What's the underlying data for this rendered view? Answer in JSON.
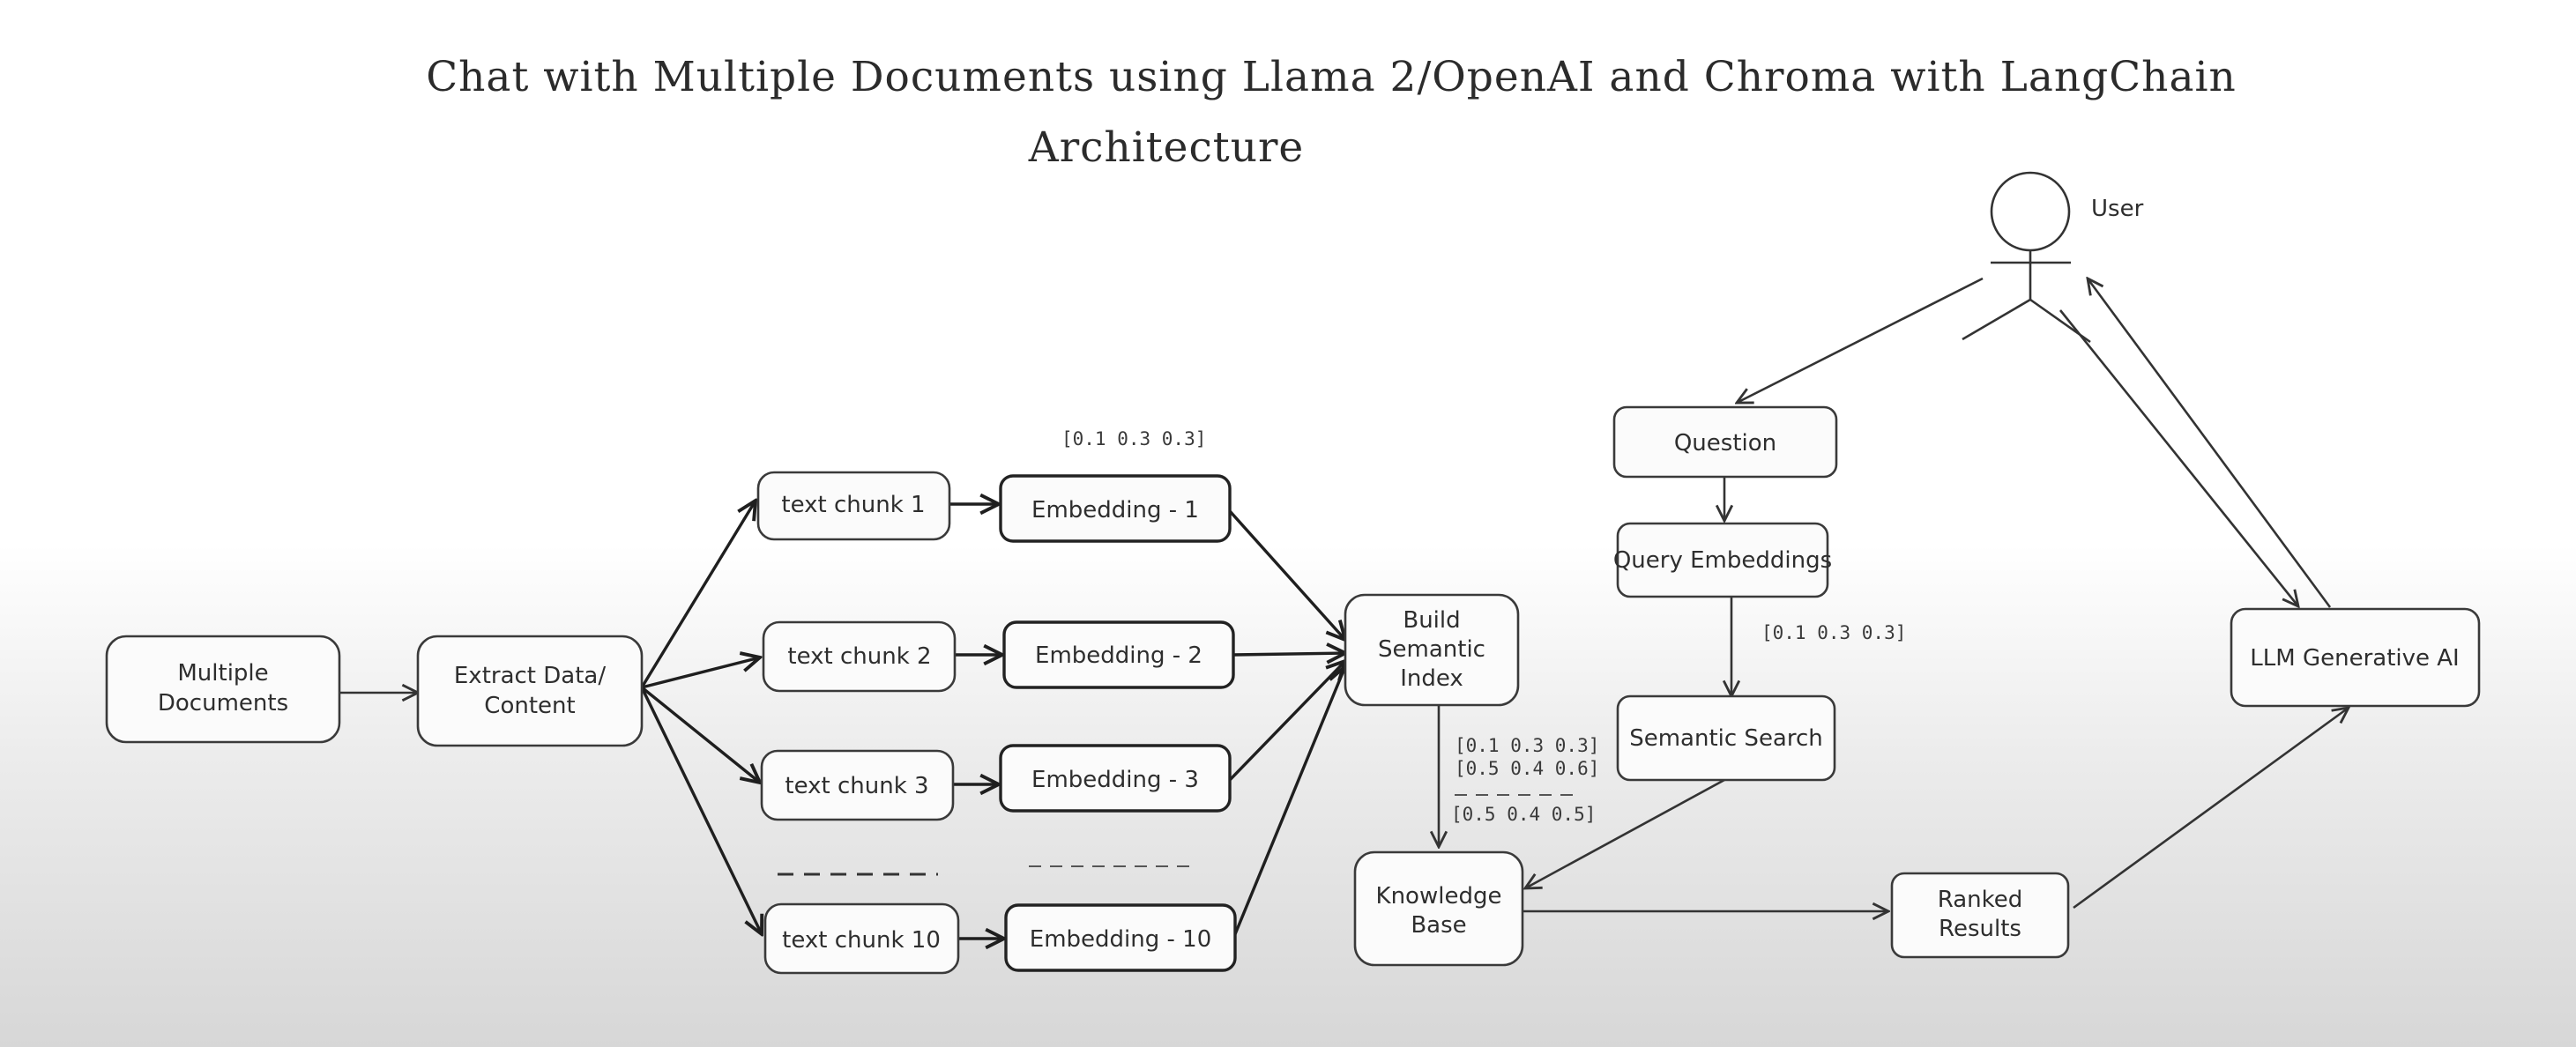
{
  "title": {
    "line1": "Chat with Multiple Documents using Llama 2/OpenAI and Chroma with LangChain",
    "line2": "Architecture"
  },
  "nodes": {
    "documents": [
      "Multiple",
      "Documents"
    ],
    "extract": [
      "Extract Data/",
      "Content"
    ],
    "chunk1": "text chunk 1",
    "chunk2": "text chunk 2",
    "chunk3": "text chunk 3",
    "chunk10": "text chunk 10",
    "emb1": "Embedding - 1",
    "emb2": "Embedding - 2",
    "emb3": "Embedding - 3",
    "emb10": "Embedding - 10",
    "index": [
      "Build",
      "Semantic",
      "Index"
    ],
    "kb": [
      "Knowledge",
      "Base"
    ],
    "question": "Question",
    "query_emb": "Query Embeddings",
    "search": "Semantic Search",
    "ranked": [
      "Ranked",
      "Results"
    ],
    "llm": "LLM Generative AI",
    "user": "User"
  },
  "vectors": {
    "emb1": "[0.1 0.3 0.3]",
    "query": "[0.1 0.3 0.3]",
    "kb_line1": "[0.1 0.3 0.3]",
    "kb_line2": "[0.5 0.4 0.6]",
    "kb_line3": "[0.5 0.4 0.5]"
  },
  "colors": {
    "stroke": "#333333",
    "box_fill": "#fbfbfb",
    "text": "#2e2e2e"
  }
}
